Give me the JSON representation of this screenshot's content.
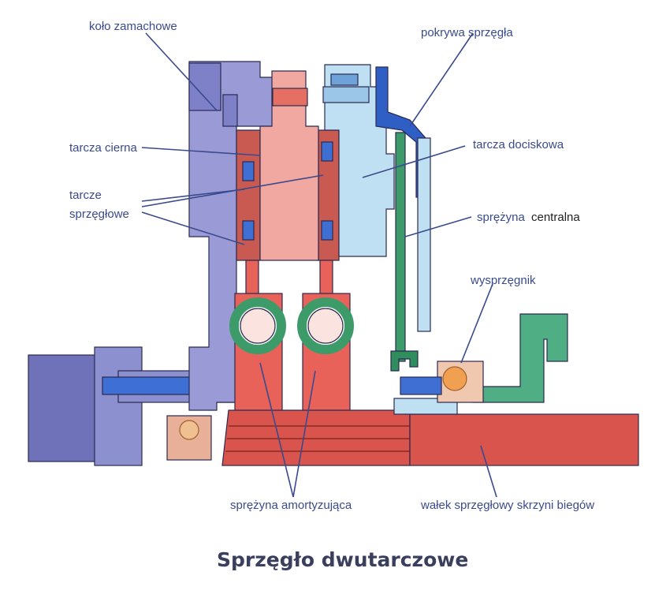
{
  "title": "Sprzęgło dwutarczowe",
  "labels": {
    "flywheel": "koło zamachowe",
    "clutch_cover": "pokrywa sprzęgła",
    "friction_disc": "tarcza cierna",
    "pressure_plate": "tarcza dociskowa",
    "clutch_discs_line1": "tarcze",
    "clutch_discs_line2": "sprzęgłowe",
    "central_spring_a": "sprężyna",
    "central_spring_b": "centralna",
    "release_bearing": "wysprzęgnik",
    "damper_spring": "sprężyna amortyzująca",
    "input_shaft": "wałek sprzęgłowy skrzyni biegów"
  },
  "colors": {
    "flywheel": "#9a9bd6",
    "flywheel_dark": "#6b6cb4",
    "friction": "#f0a8a0",
    "pressure_plate": "#bfe0f2",
    "cover": "#2f5fc4",
    "spring": "#3d9b6a",
    "hub": "#e8625a",
    "shaft": "#d9544c",
    "release": "#4fae84",
    "bearing": "#e07a3c",
    "label": "#3a4a8c"
  }
}
